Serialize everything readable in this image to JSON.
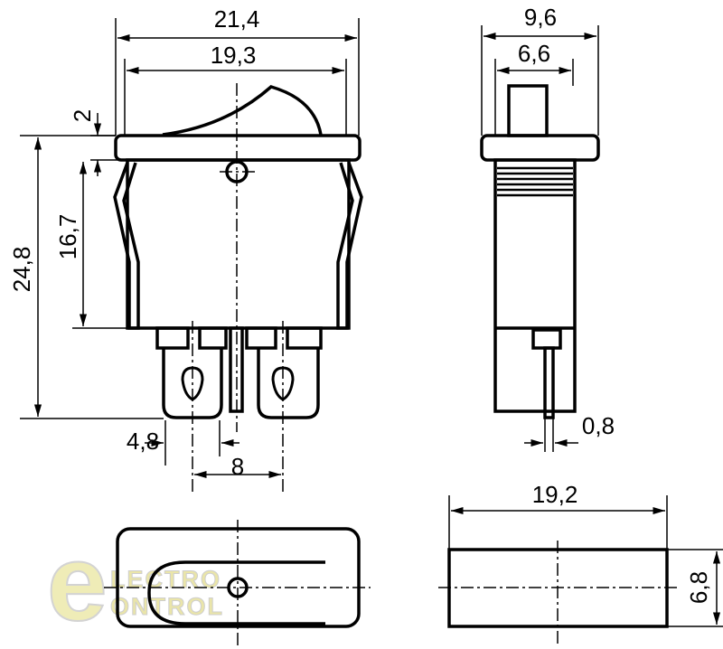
{
  "dimensions": {
    "front_width_total": "21,4",
    "front_width_cap": "19,3",
    "cap_thickness": "2",
    "total_height": "24,8",
    "body_height": "16,7",
    "terminal_width": "4,8",
    "terminal_pitch": "8",
    "side_width_total": "9,6",
    "side_width_actuator": "6,6",
    "pin_thickness": "0,8",
    "bottom_length": "19,2",
    "bottom_height": "6,8"
  },
  "logo": {
    "letter": "e",
    "line1": "LECTRO",
    "line2": "ONTROL"
  }
}
